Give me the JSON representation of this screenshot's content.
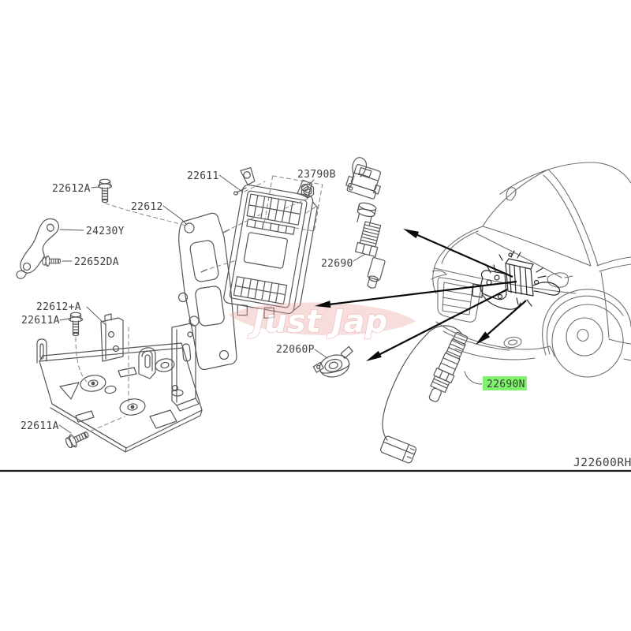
{
  "diagram": {
    "drawing_code": "J22600RH",
    "watermark": "Just Jap",
    "highlight_color": "#7ef36b",
    "label_color": "#3d3d3d",
    "labels": [
      {
        "text": "22612A"
      },
      {
        "text": "24230Y"
      },
      {
        "text": "22652DA"
      },
      {
        "text": "22612"
      },
      {
        "text": "22611"
      },
      {
        "text": "23790B"
      },
      {
        "text": "22690"
      },
      {
        "text": "22612+A"
      },
      {
        "text": "22611A"
      },
      {
        "text": "22611A"
      },
      {
        "text": "22060P"
      },
      {
        "text": "22690N",
        "highlighted": true
      }
    ]
  }
}
